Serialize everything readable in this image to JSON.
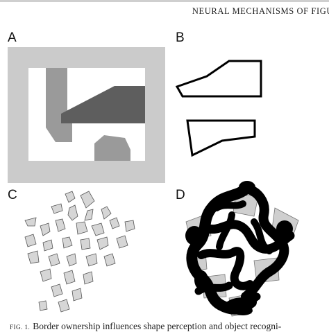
{
  "running_head": "NEURAL MECHANISMS OF FIGU",
  "panels": {
    "a": {
      "letter": "A"
    },
    "b": {
      "letter": "B"
    },
    "c": {
      "letter": "C"
    },
    "d": {
      "letter": "D"
    }
  },
  "caption": {
    "fig_label": "FIG. 1.",
    "text": "Border ownership influences shape perception and object recogni-"
  },
  "colors": {
    "frame_gray": "#cbcbcb",
    "light_shape": "#9a9a9a",
    "dark_shape": "#5e5e5e",
    "fragment_fill": "#d6d6d6",
    "ink": "#000000"
  }
}
